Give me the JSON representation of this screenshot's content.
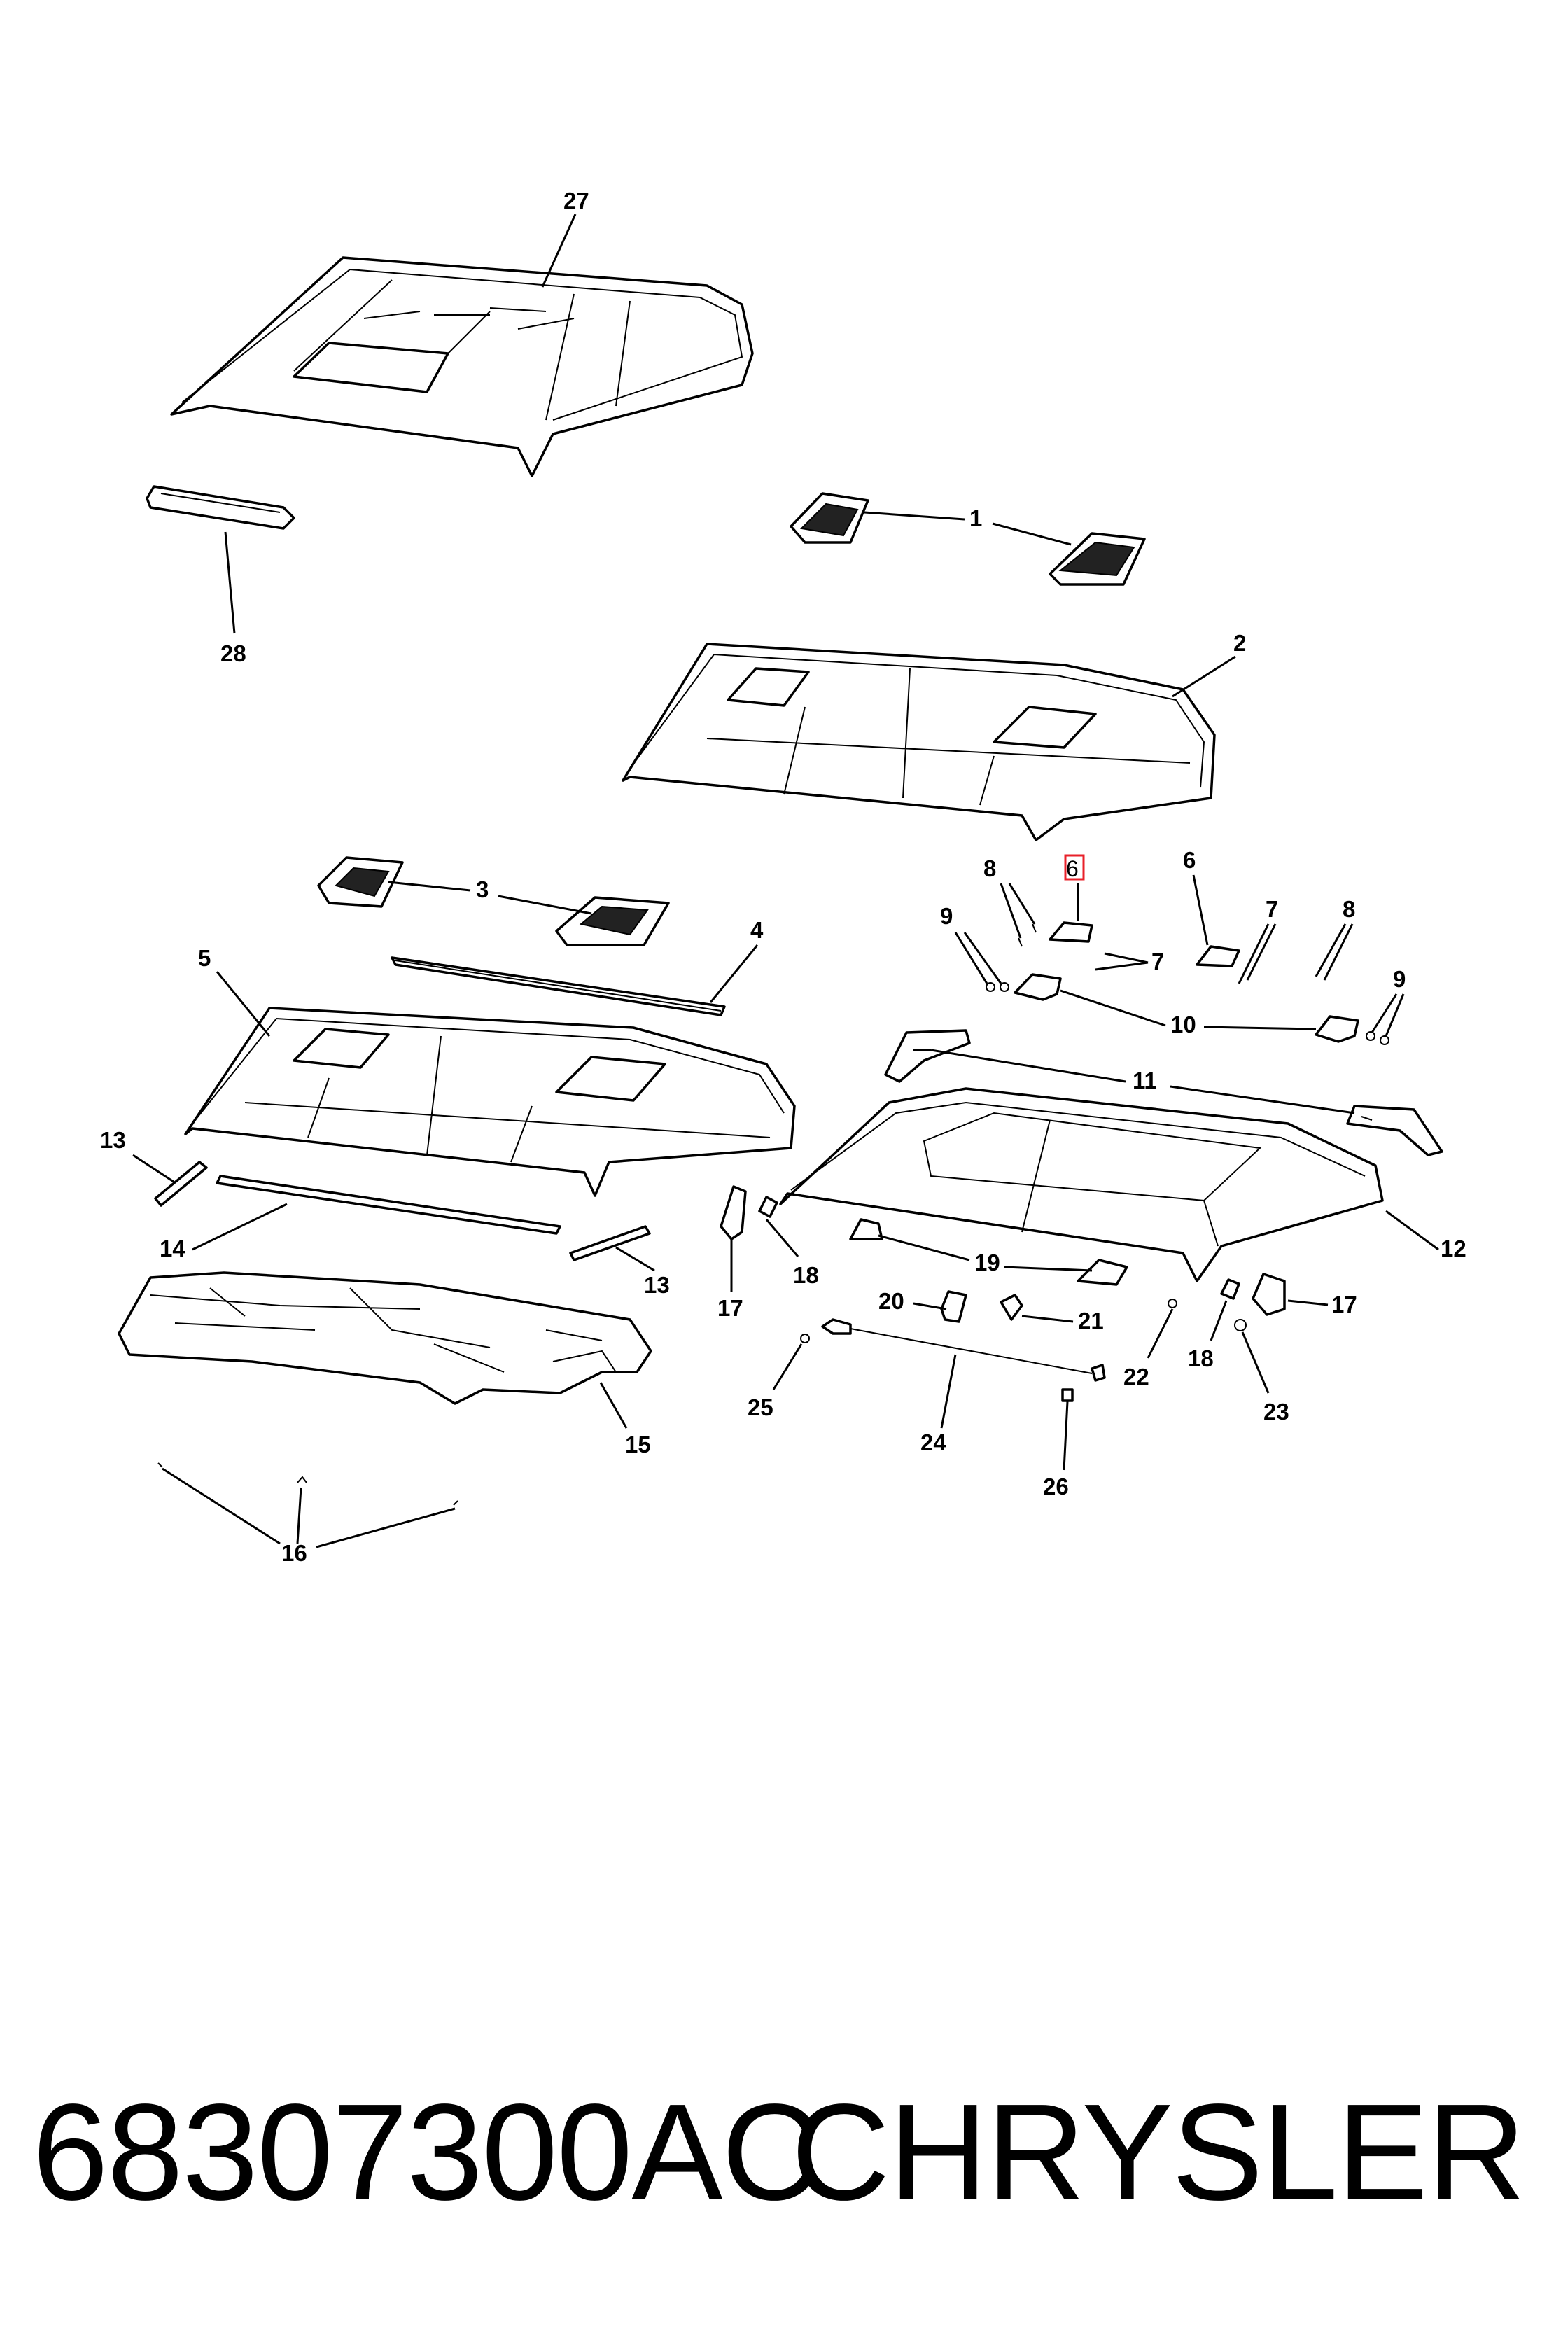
{
  "callouts": {
    "c27": "27",
    "c28": "28",
    "c1": "1",
    "c2": "2",
    "c3": "3",
    "c4": "4",
    "c5": "5",
    "c6a": "6",
    "c6b": "6",
    "c7a": "7",
    "c7b": "7",
    "c8a": "8",
    "c8b": "8",
    "c9a": "9",
    "c9b": "9",
    "c10": "10",
    "c11": "11",
    "c12": "12",
    "c13a": "13",
    "c13b": "13",
    "c14": "14",
    "c15": "15",
    "c16": "16",
    "c17a": "17",
    "c17b": "17",
    "c18a": "18",
    "c18b": "18",
    "c19": "19",
    "c20": "20",
    "c21": "21",
    "c22": "22",
    "c23": "23",
    "c24": "24",
    "c25": "25",
    "c26": "26"
  },
  "highlight_color": "#e8202a",
  "footer": {
    "part_number": "68307300AC",
    "brand": "CHRYSLER"
  }
}
